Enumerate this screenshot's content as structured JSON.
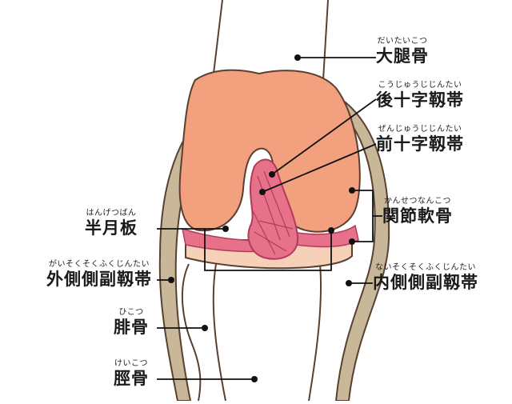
{
  "labels": {
    "femur": {
      "ruby": "だいたいこつ",
      "text": "大腿骨"
    },
    "pcl": {
      "ruby": "こうじゅうじじんたい",
      "text": "後十字靱帯"
    },
    "acl": {
      "ruby": "ぜんじゅうじじんたい",
      "text": "前十字靱帯"
    },
    "cartilage": {
      "ruby": "かんせつなんこつ",
      "text": "関節軟骨"
    },
    "meniscus": {
      "ruby": "はんげつばん",
      "text": "半月板"
    },
    "lcl": {
      "ruby": "がいそくそくふくじんたい",
      "text": "外側側副靱帯"
    },
    "mcl": {
      "ruby": "ないそくそくふくじんたい",
      "text": "内側側副靱帯"
    },
    "fibula": {
      "ruby": "ひこつ",
      "text": "腓骨"
    },
    "tibia": {
      "ruby": "けいこつ",
      "text": "脛骨"
    }
  },
  "colors": {
    "femur_fill": "#f2a07e",
    "ligament_band": "#c9b79a",
    "ligament_pink": "#e8718a",
    "ligament_stripe": "#b03c5a",
    "bone_outline": "#5a4030",
    "leader": "#111111"
  }
}
